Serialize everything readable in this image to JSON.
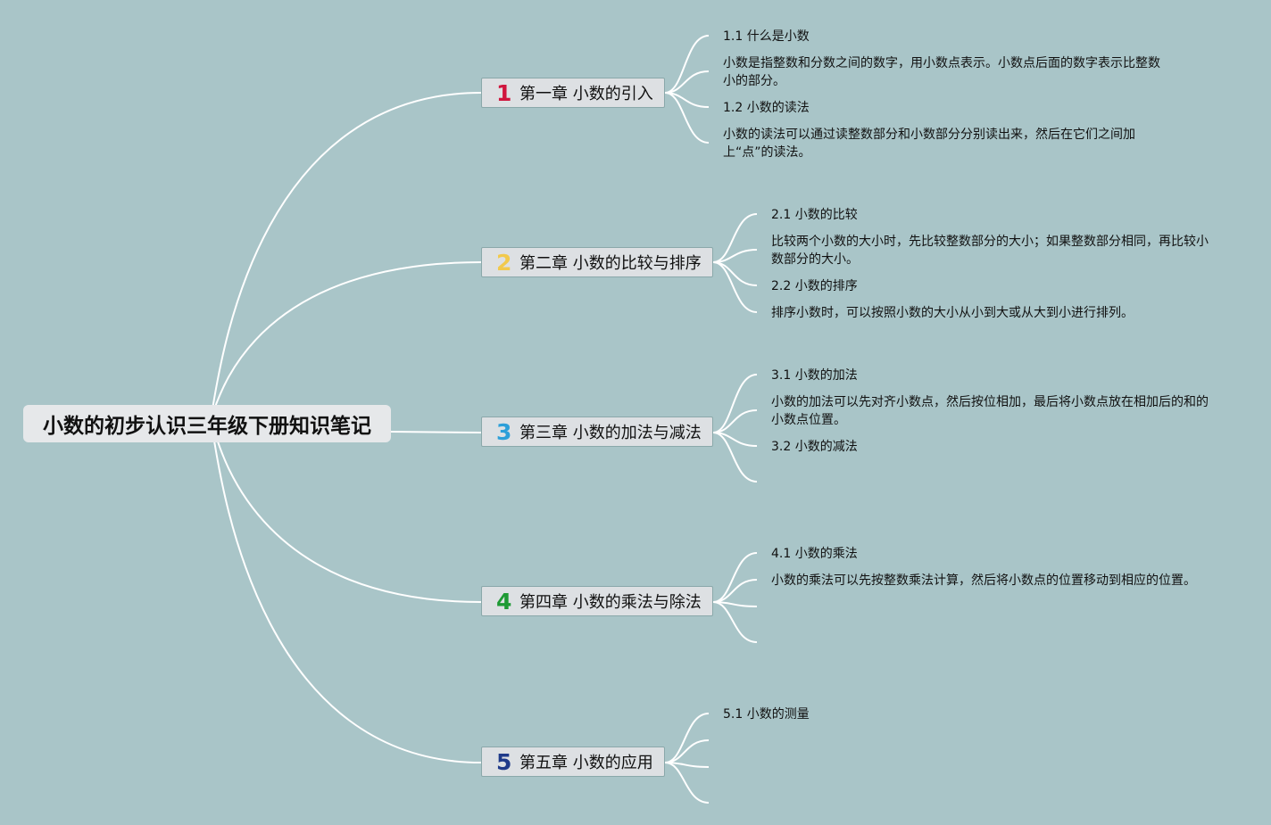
{
  "root": {
    "title": "小数的初步认识三年级下册知识笔记"
  },
  "chapters": [
    {
      "number": "1",
      "number_color": "#d0163e",
      "title": "第一章 小数的引入",
      "items": [
        "1.1 什么是小数",
        "小数是指整数和分数之间的数字，用小数点表示。小数点后面的数字表示比整数小的部分。",
        "1.2 小数的读法",
        "小数的读法可以通过读整数部分和小数部分分别读出来，然后在它们之间加上“点”的读法。"
      ]
    },
    {
      "number": "2",
      "number_color": "#f2c94c",
      "title": "第二章 小数的比较与排序",
      "items": [
        "2.1 小数的比较",
        "比较两个小数的大小时，先比较整数部分的大小；如果整数部分相同，再比较小数部分的大小。",
        "2.2 小数的排序",
        "排序小数时，可以按照小数的大小从小到大或从大到小进行排列。"
      ]
    },
    {
      "number": "3",
      "number_color": "#2d9fd9",
      "title": "第三章 小数的加法与减法",
      "items": [
        "3.1 小数的加法",
        "小数的加法可以先对齐小数点，然后按位相加，最后将小数点放在相加后的和的小数点位置。",
        "3.2 小数的减法",
        ""
      ]
    },
    {
      "number": "4",
      "number_color": "#1e9a34",
      "title": "第四章 小数的乘法与除法",
      "items": [
        "4.1 小数的乘法",
        "小数的乘法可以先按整数乘法计算，然后将小数点的位置移动到相应的位置。",
        "",
        ""
      ]
    },
    {
      "number": "5",
      "number_color": "#1f3a8a",
      "title": "第五章 小数的应用",
      "items": [
        "5.1 小数的测量",
        "",
        "",
        ""
      ]
    }
  ]
}
